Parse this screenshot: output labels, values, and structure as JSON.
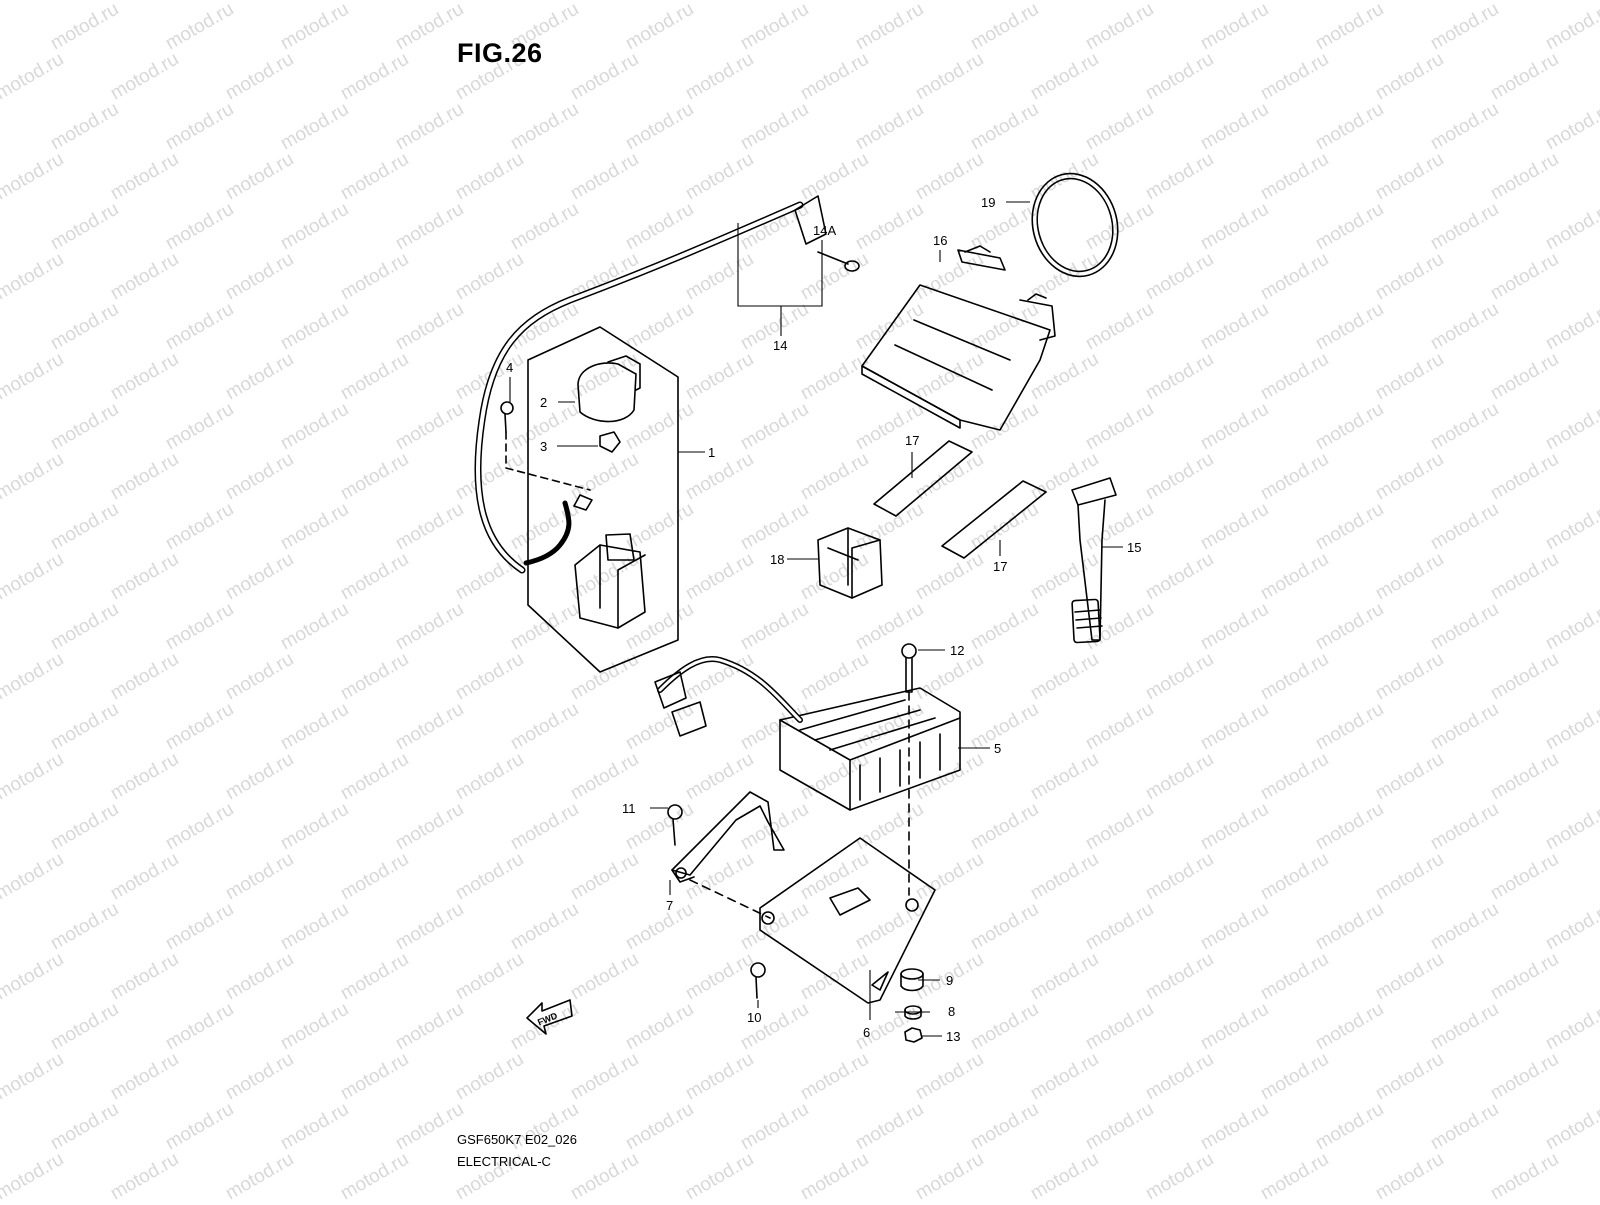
{
  "figure": {
    "title": "FIG.26",
    "model_code": "GSF650K7 E02_026",
    "category": "ELECTRICAL-C",
    "watermark": "motod.ru",
    "direction_label": "FWD"
  },
  "callouts": [
    "1",
    "2",
    "3",
    "4",
    "5",
    "6",
    "7",
    "8",
    "9",
    "10",
    "11",
    "12",
    "13",
    "14",
    "14A",
    "15",
    "16",
    "17",
    "17",
    "18",
    "19"
  ]
}
